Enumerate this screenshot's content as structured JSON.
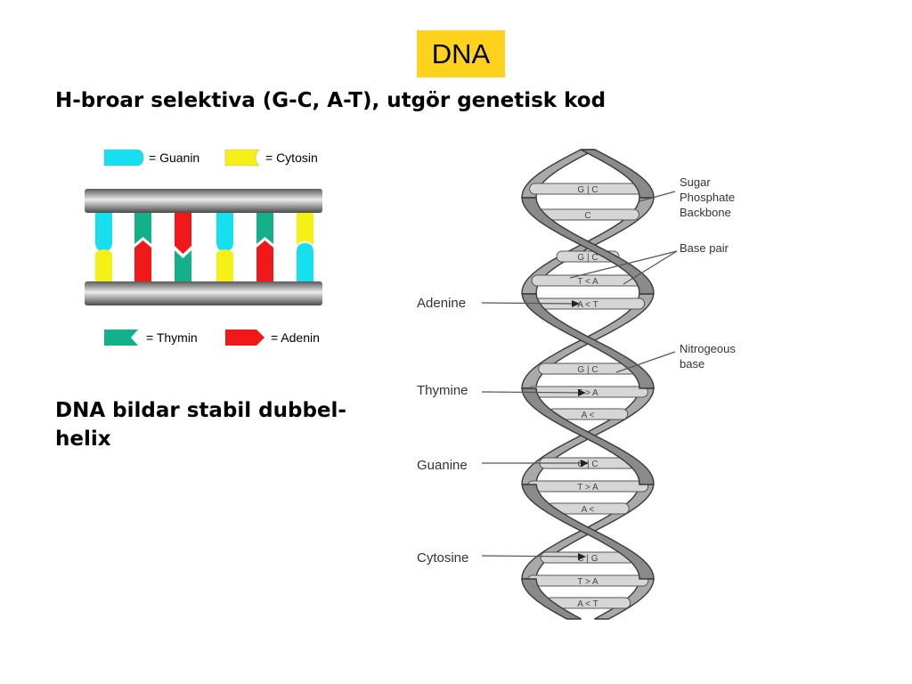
{
  "slide": {
    "title": "DNA",
    "line1": "H-broar selektiva (G-C, A-T), utgör genetisk kod",
    "line2": "DNA bildar stabil dubbel-helix"
  },
  "legend": {
    "guanin": "= Guanin",
    "cytosin": "= Cytosin",
    "thymin": "= Thymin",
    "adenin": "= Adenin"
  },
  "helix": {
    "labels": {
      "backbone": [
        "Sugar",
        "Phosphate",
        "Backbone"
      ],
      "base_pair": "Base pair",
      "nitrogeous": [
        "Nitrogeous",
        "base"
      ],
      "adenine": "Adenine",
      "thymine": "Thymine",
      "guanine": "Guanine",
      "cytosine": "Cytosine"
    },
    "rungs": [
      "G | C",
      "C",
      "G | C",
      "T < A",
      "A < T",
      "G | C",
      "T > A",
      "A <",
      "G | C",
      "T > A",
      "A <",
      "C | G",
      "T > A",
      "A < T"
    ]
  },
  "colors": {
    "title_bg": "#ffd21e",
    "guanin": "#16e0ef",
    "cytosin": "#f5f016",
    "thymin": "#13b08a",
    "adenin": "#f01818",
    "ribbon": "#8a8a8a"
  }
}
